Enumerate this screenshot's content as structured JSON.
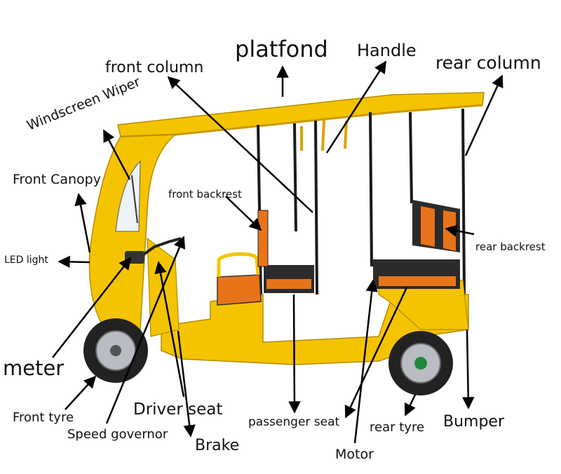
{
  "labels": {
    "platfond": "platfond",
    "handle": "Handle",
    "rear_column": "rear column",
    "front_column": "front column",
    "windscreen_wiper": "Windscreen Wiper",
    "front_canopy": "Front Canopy",
    "front_backrest": "front backrest",
    "rear_backrest": "rear backrest",
    "led_light": "LED light",
    "meter": "meter",
    "driver_seat": "Driver seat",
    "front_tyre": "Front tyre",
    "passenger_seat": "passenger seat",
    "bumper": "Bumper",
    "rear_tyre": "rear tyre",
    "speed_governor": "Speed governor",
    "brake": "Brake",
    "motor": "Motor"
  },
  "colors": {
    "body_yellow": "#f5c400",
    "body_shade": "#d9a900",
    "seat_orange": "#e8741a",
    "seat_dark": "#2b2b2b",
    "frame_black": "#1a1a1a",
    "tyre_black": "#222222",
    "rim_silver": "#b9bcc2",
    "arrow": "#000000"
  }
}
